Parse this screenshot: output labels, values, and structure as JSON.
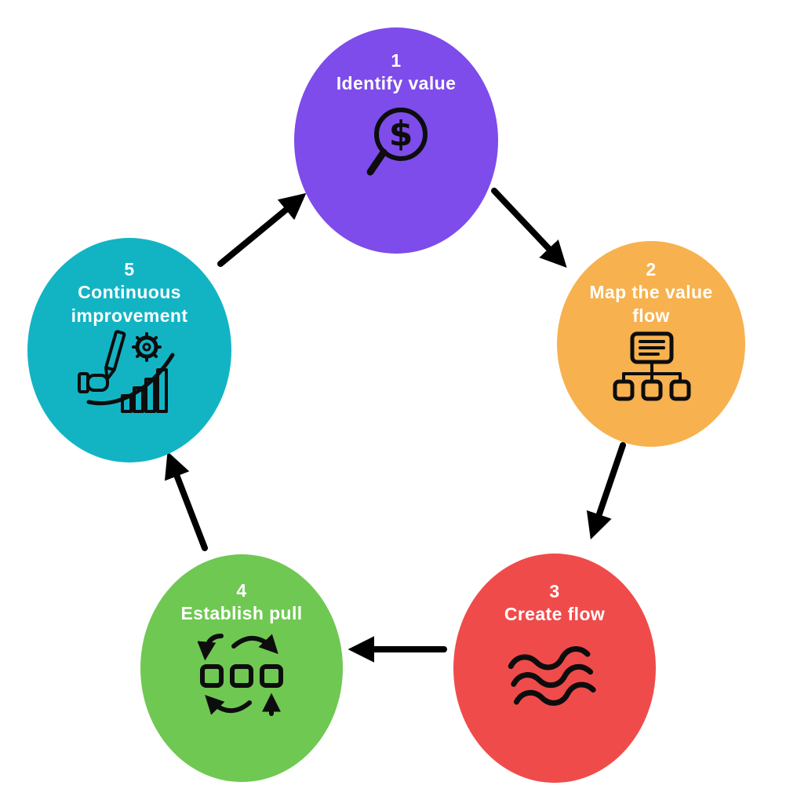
{
  "diagram": {
    "background_color": "#ffffff",
    "text_color": "#ffffff",
    "arrow_color": "#000000",
    "icon_color": "#0d0d0d",
    "steps": [
      {
        "number": "1",
        "label": "Identify value",
        "color": "#7d4cea",
        "icon": "magnifier-dollar-icon"
      },
      {
        "number": "2",
        "label": "Map the value flow",
        "color": "#f7b14e",
        "icon": "flowchart-icon"
      },
      {
        "number": "3",
        "label": "Create flow",
        "color": "#f04b4b",
        "icon": "waves-icon"
      },
      {
        "number": "4",
        "label": "Establish pull",
        "color": "#6fc852",
        "icon": "pull-system-icon"
      },
      {
        "number": "5",
        "label": "Continuous improvement",
        "color": "#12b4c4",
        "icon": "hand-pencil-chart-gear-icon"
      }
    ],
    "arrows": [
      {
        "from": "1",
        "to": "2"
      },
      {
        "from": "2",
        "to": "3"
      },
      {
        "from": "3",
        "to": "4"
      },
      {
        "from": "4",
        "to": "5"
      },
      {
        "from": "5",
        "to": "1"
      }
    ]
  }
}
